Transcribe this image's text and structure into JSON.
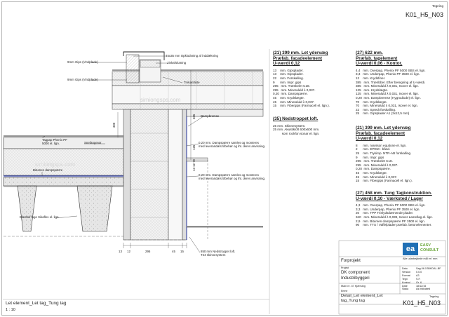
{
  "drawing": {
    "sheet_top": "Tegning",
    "sheet_id_top": "K01_H5_N03",
    "sheet_id_bottom": "K01_H5_N03",
    "tegning_label": "Tegning",
    "bottom_left_title": "Let element_Let tag_Tung tag",
    "scale": "1 : 10",
    "watermark": "simiongsps.com"
  },
  "callouts": {
    "gips_top": "9mm Gips (Vindplade)",
    "gips_mid": "9mm Gips (Vindplade)",
    "opklodsning": "45x35 mm Opklodsning af inddækning",
    "zinkafslutning": "Zinkafslutning",
    "traekantliste": "Trekantliste",
    "tagpap": "Tagpap Phenix PF\n5000 el. lign.",
    "snefanger": "Snefangerør",
    "dampbremse": "Dampbremse",
    "bitumen": "Bitumen dampspærre",
    "elastisk": "Elastisk fuge Sikaflex el. lign.",
    "note1": "0,20 mm. Dampspærre samles og monteres\nmed leverandørs tilbehør og iht. deres anvisning.",
    "note2": "0,20 mm. Dampspærre samles og monteres\nmed leverandørs tilbehør og iht. deres anvisning.",
    "nedstroppet": "850 mm Nedstroppet loft.\nT24 skinnesystem",
    "dim_300": "300",
    "dim_385": "385",
    "dim_125": "125",
    "dim_1312": "13 12 70",
    "bottom_dims": [
      "13",
      "12",
      "295",
      "45",
      "15"
    ]
  },
  "specs": [
    {
      "title1": "(21) 399 mm. Let ydervæg",
      "title2": "Præfab. facadeelement",
      "title3": "U-værdi 0,12",
      "lines": [
        "13    mm. Gipsplader.",
        "13    mm. Gipsplader.",
        "22    mm. Forskalling.",
        "9      mm. Impr. gips",
        "295   mm. Træskelet C18.",
        "295   mm. Mineraluld λ 0,037.",
        "0,20  mm. Dampspærre.",
        "45    mm. Krydslægte.",
        "45    mm. Mineraluld λ 0,037.",
        "15    mm. Fibergips (Farmacell el. lign.)."
      ]
    },
    {
      "title1": "(35) Nedstroppet loft.",
      "title2": "",
      "title3": "",
      "lines": [
        "25 mm. Skinnesystem.",
        "25 mm. Akustikloft 600x600 mm.",
        "          som rockfon sonar el. lign."
      ]
    },
    {
      "title1": "(27) 622 mm.",
      "title2": "Præfab. tagelement",
      "title3": "U-værdi 0,06 - Kontor.",
      "lines": [
        "4,4   mm. Overpap, Phenix PF 5000 SBS el. lign.",
        "3,3   mm. Underpap, Phenix PF 3500 el. lign.",
        "12    mm. Krydsfiner.",
        "385   mm. Træribber. Efter beregning af U-værdi.",
        "385   mm. Mineraluld λ 0,031, Isover el. lign.",
        "125   mm. Krydslægte.",
        "125   mm. Mineraluld λ 0,031, Isover el. lign.",
        "0,20  mm. Dampbremse (Hygrodiode) el. lign.",
        "70    mm. Krydslægte.",
        "70    mm. Mineraluld λ 0,031, Isover el. lign.",
        "22    mm. Spredt forskalling.",
        "25    mm. Gipsplader A1 (2x12,5 mm)"
      ]
    },
    {
      "title1": "(21) 399 mm. Let ydervæg",
      "title2": "Præfab. facadeelement",
      "title3": "U-værdi 0,12",
      "lines": [
        "8      mm. Ivarsson equitone el. lign.",
        "2      mm. EPDM - bånd.",
        "25    mm. Trykimp. NTR-AB forskalling.",
        "9      mm. Impr. gips",
        "295   mm. Træskelet C18.",
        "295   mm. Mineraluld λ 0,037.",
        "0,20  mm. Dampspærre.",
        "45    mm. Krydslægte.",
        "45    mm. Mineraluld λ 0,037.",
        "15    mm. Fibergips (Farmacell el. lign.)."
      ]
    },
    {
      "title1": "(27) 458 mm. Tung Tagkonstruktion.",
      "title2": "U-værdi 0,10 - Værksted / Lager",
      "title3": "",
      "lines": [
        "4,3   mm. Overpap, Phenix PF 5000 SBS el. lign.",
        "3,3   mm. Underpap, Phenix PF 3500 el. lign.",
        "20    mm. TPP Trinlydsdæmende plader.",
        "340   mm. Mineraluld λ 0,039, Isover Lamellag el. lign.",
        "2,9   mm. Bitumen dampspærre PF 3500 el. lign.",
        "90    mm. TTS / Vaffelplader præfab. betonelementer."
      ]
    }
  ],
  "title_block": {
    "logo_letters": "ea",
    "logo_line1": "EASV",
    "logo_line2": "CONSULT",
    "tagline": "Alle udarbejdede mål er i mm",
    "project_label": "Forprojekt",
    "project_small": "Projekt",
    "component_line1": "DK component",
    "component_line2": "Industribyggeri",
    "address": "Main  nr. 37 Kjærsing",
    "drawing_line1": "Detail_Let element_Let",
    "drawing_line2": "tag_Tung tag",
    "entry_label": "Emne",
    "fields": [
      {
        "k": "Dato",
        "v": "Sag-06.1SBKDAL-BF"
      },
      {
        "k": "Version",
        "v": "0.0.0"
      },
      {
        "k": "Format",
        "v": "A3"
      },
      {
        "k": "Tegn",
        "v": "S.F."
      },
      {
        "k": "Kontrol",
        "v": "Gr. 6"
      },
      {
        "k": "Date",
        "v": "18/12/15"
      },
      {
        "k": "Skala",
        "v": "As indicated"
      }
    ]
  }
}
